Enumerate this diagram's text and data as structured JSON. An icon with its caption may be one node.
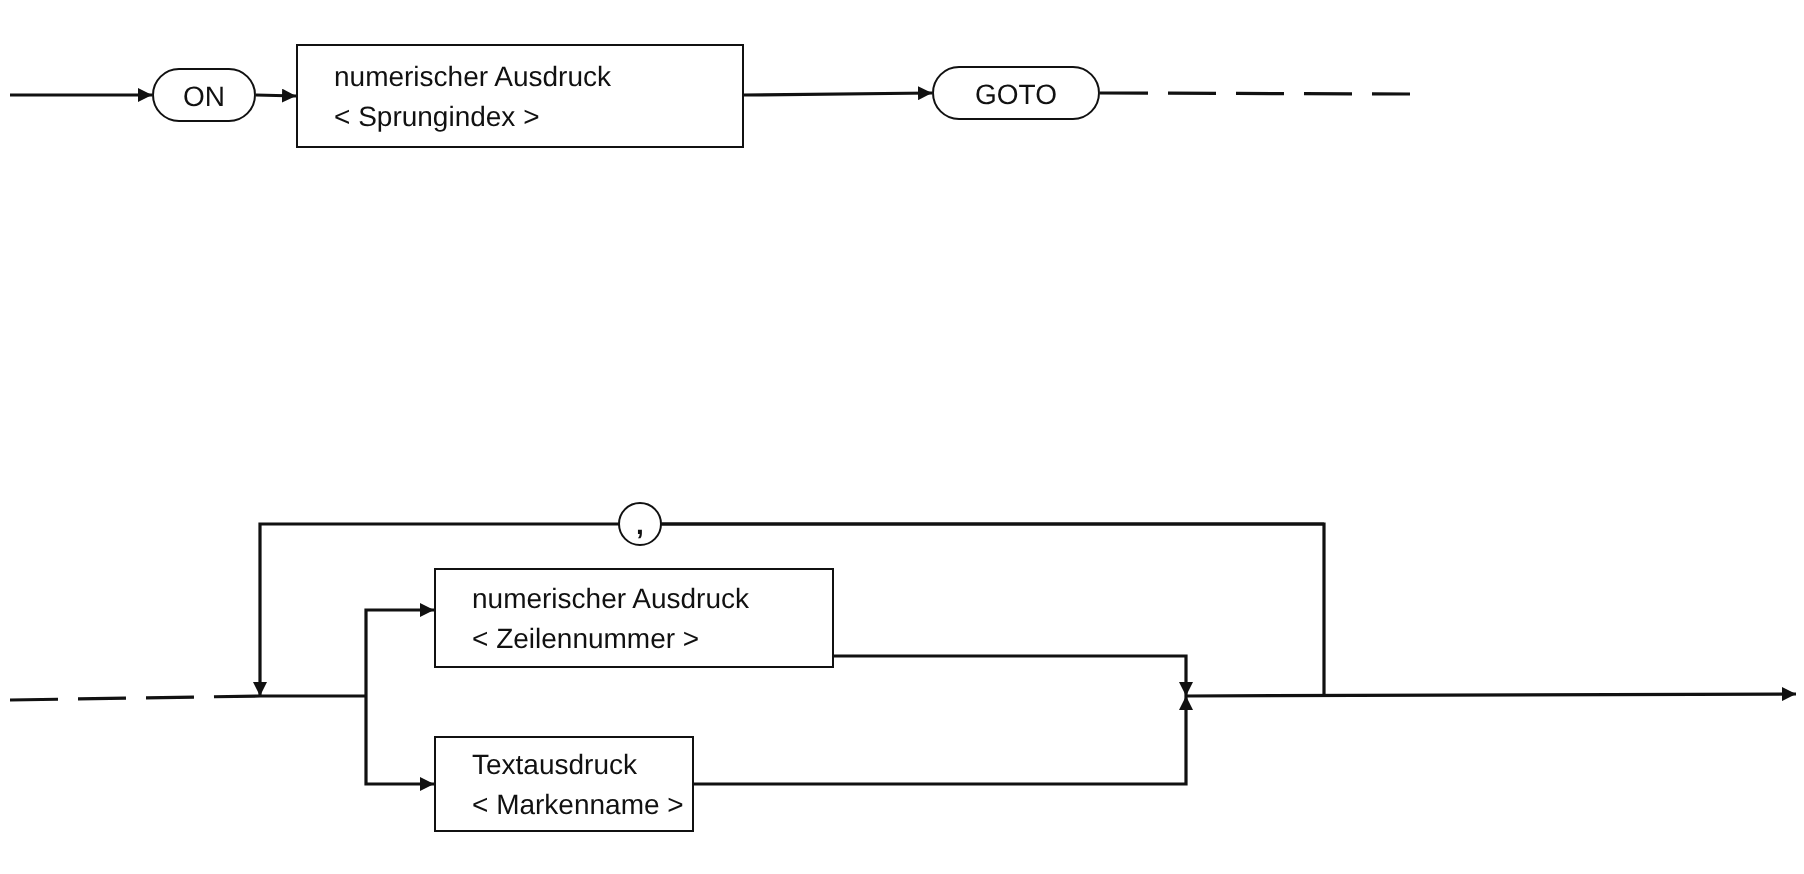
{
  "diagram": {
    "nodes": [
      {
        "text": [
          "ON"
        ]
      },
      {
        "text": [
          "numerischer Ausdruck",
          "< Sprungindex >"
        ]
      },
      {
        "text": [
          "GOTO"
        ]
      },
      {
        "text": [
          ","
        ]
      },
      {
        "text": [
          "numerischer Ausdruck",
          "< Zeilennummer >"
        ]
      },
      {
        "text": [
          "Textausdruck",
          "< Markenname >"
        ]
      }
    ],
    "edges": [
      {
        "from": null,
        "to": 0,
        "arrow": "to"
      },
      {
        "from": 0,
        "to": 1,
        "arrow": "to"
      },
      {
        "from": 1,
        "to": 2,
        "arrow": "to"
      },
      {
        "from": 2,
        "to": null,
        "arrow": "none",
        "style": "dashed"
      },
      {
        "from": null,
        "to": 4,
        "arrow": "to"
      },
      {
        "from": null,
        "to": 5,
        "arrow": "to"
      },
      {
        "from": 4,
        "to": null,
        "arrow": "to"
      },
      {
        "from": 5,
        "to": null,
        "arrow": "to"
      },
      {
        "from": null,
        "to": 3,
        "arrow": "none"
      },
      {
        "from": 3,
        "to": null,
        "arrow": "to"
      }
    ]
  }
}
